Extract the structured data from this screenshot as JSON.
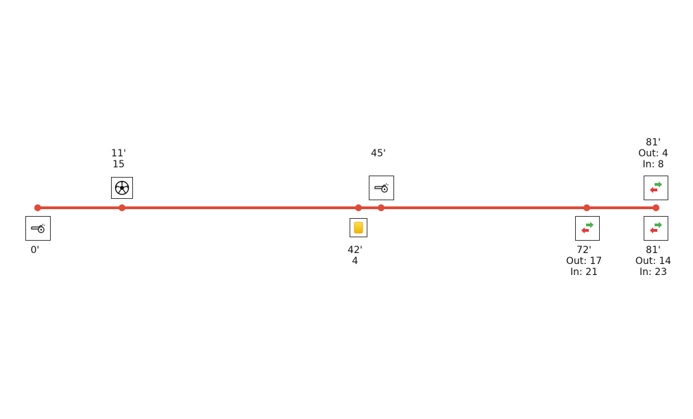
{
  "colors": {
    "timeline": "#e04a36",
    "arrow_out": "#4caf50",
    "arrow_in": "#e53935",
    "yellow_card": "#f5c518"
  },
  "events": [
    {
      "icon": "whistle-icon",
      "minute": "0'"
    },
    {
      "icon": "soccer-ball-icon",
      "minute": "11'",
      "detail": "15"
    },
    {
      "icon": "yellow-card-icon",
      "minute": "42'",
      "detail": "4"
    },
    {
      "icon": "whistle-icon",
      "minute": "45'"
    },
    {
      "icon": "substitution-icon",
      "minute": "72'",
      "out": "Out: 17",
      "in": "In: 21"
    },
    {
      "icon": "substitution-icon",
      "minute": "81'",
      "out": "Out: 4",
      "in": "In: 8"
    },
    {
      "icon": "substitution-icon",
      "minute": "81'",
      "out": "Out: 14",
      "in": "In: 23"
    }
  ]
}
